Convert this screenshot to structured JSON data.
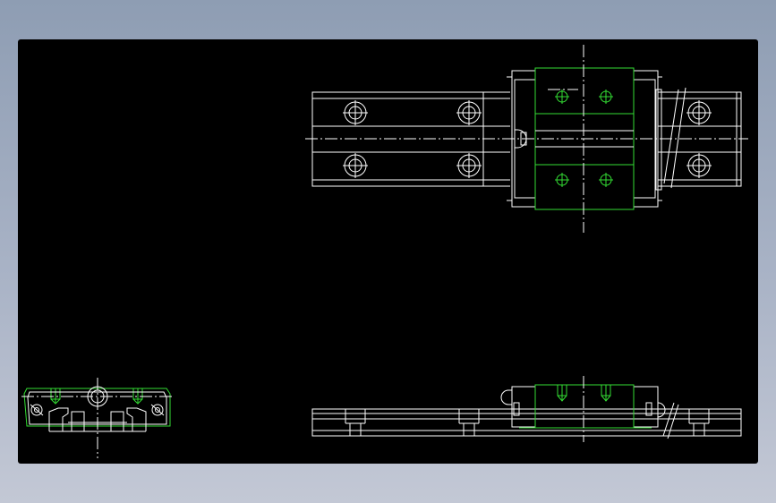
{
  "drawing": {
    "canvas_background": "#000000",
    "frame_background": "#9aa6bb",
    "line_color": "#ffffff",
    "accent_color": "#33dd33",
    "views": [
      "top-view",
      "front-elevation-view",
      "end-section-view"
    ]
  }
}
